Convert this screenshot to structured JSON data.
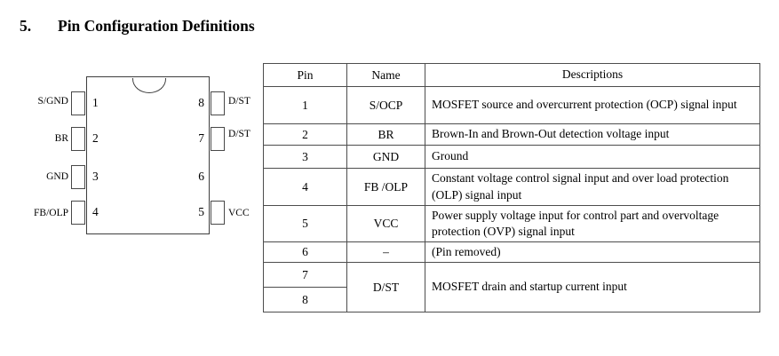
{
  "heading": {
    "number": "5.",
    "title": "Pin Configuration Definitions"
  },
  "diagram": {
    "left_pins": [
      {
        "number": "1",
        "label": "S/GND"
      },
      {
        "number": "2",
        "label": "BR"
      },
      {
        "number": "3",
        "label": "GND"
      },
      {
        "number": "4",
        "label": "FB/OLP"
      }
    ],
    "right_pins": [
      {
        "number": "8",
        "label": "D/ST"
      },
      {
        "number": "7",
        "label": "D/ST"
      },
      {
        "number": "6",
        "label": ""
      },
      {
        "number": "5",
        "label": "VCC"
      }
    ]
  },
  "table": {
    "headers": [
      "Pin",
      "Name",
      "Descriptions"
    ],
    "rows": [
      {
        "pin": "1",
        "name": "S/OCP",
        "description": "MOSFET source and overcurrent protection (OCP) signal input"
      },
      {
        "pin": "2",
        "name": "BR",
        "description": "Brown-In and Brown-Out detection voltage input"
      },
      {
        "pin": "3",
        "name": "GND",
        "description": "Ground"
      },
      {
        "pin": "4",
        "name": "FB /OLP",
        "description": "Constant voltage control signal input and over load protection (OLP) signal input"
      },
      {
        "pin": "5",
        "name": "VCC",
        "description": "Power supply voltage input for control part and overvoltage protection (OVP) signal input"
      },
      {
        "pin": "6",
        "name": "–",
        "description": "(Pin removed)"
      },
      {
        "pin": "7",
        "name": "D/ST",
        "description": "MOSFET drain and startup current input"
      },
      {
        "pin": "8"
      }
    ]
  },
  "colors": {
    "text": "#000000",
    "line": "#3e3e3e",
    "table_border": "#4d4d4d",
    "background": "#ffffff"
  }
}
